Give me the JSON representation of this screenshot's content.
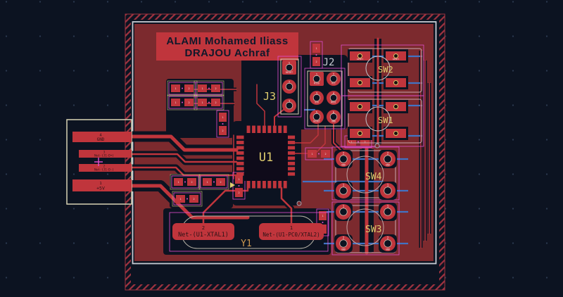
{
  "canvas": {
    "background": "#0c1321",
    "grid_dot_color": "#2b3950"
  },
  "layers": {
    "copper_top": "#c0353c",
    "copper_pour": "#7c2a2e",
    "copper_bottom": "#4173c4",
    "silkscreen_front": "#dfcd6e",
    "silkscreen_back": "#c6cad2",
    "courtyard": "#e24fd0",
    "edge_cuts": "#c6cbd3",
    "board_hatch": "#a03340"
  },
  "title_block": {
    "line1": "ALAMI  Mohamed Iliass",
    "line2": "DRAJOU Achraf"
  },
  "components": {
    "U1": {
      "ref": "U1"
    },
    "J2": {
      "ref": "J2",
      "pad_labels": [
        "MISO",
        "VCC",
        "SCK",
        "MOSI",
        "RESET",
        "GND"
      ]
    },
    "J3": {
      "ref": "J3",
      "pad1_label": "RESET"
    },
    "Y1": {
      "ref": "Y1",
      "pad2_number": "2",
      "pad2_net": "Net-(U1-XTAL1)",
      "pad1_number": "1",
      "pad1_net": "Net-(U1-PC0/XTAL2)"
    },
    "SW1": {
      "ref": "SW1"
    },
    "SW2": {
      "ref": "SW2",
      "pad_label": "RESET"
    },
    "SW3": {
      "ref": "SW3",
      "pad_label": "GND",
      "pad_top_number": "1",
      "pad_bottom_number": "2"
    },
    "SW4": {
      "ref": "SW4",
      "pad_label": "GND",
      "pad_top_number": "2",
      "pad_bottom_number": "1"
    },
    "J1_connector": {
      "pads": [
        {
          "number": "4",
          "net": "GND"
        },
        {
          "number": "3",
          "net": "Net-(J1-D+)"
        },
        {
          "number": "2",
          "net": "Net-(J1-D-)"
        },
        {
          "number": "1",
          "net": "+5V"
        }
      ]
    }
  },
  "pad_numbers": {
    "p1": "1",
    "p2": "2",
    "p3": "3",
    "p4": "4",
    "p5": "5",
    "p6": "6"
  }
}
